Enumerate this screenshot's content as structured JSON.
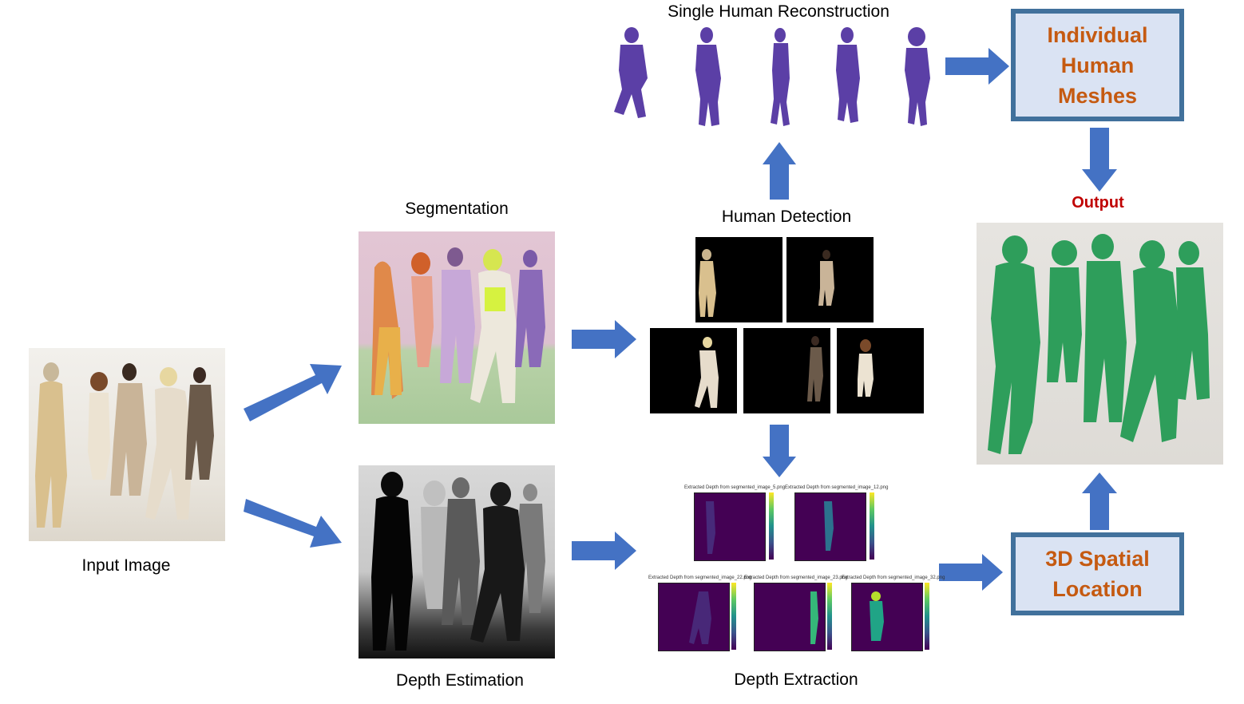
{
  "labels": {
    "input_image": "Input Image",
    "segmentation": "Segmentation",
    "depth_estimation": "Depth Estimation",
    "human_detection": "Human Detection",
    "depth_extraction": "Depth Extraction",
    "single_human_reconstruction": "Single Human Reconstruction",
    "output": "Output"
  },
  "boxes": {
    "individual_human_meshes": [
      "Individual",
      "Human",
      "Meshes"
    ],
    "spatial_location": [
      "3D Spatial",
      "Location"
    ]
  },
  "depth_plots": [
    {
      "title": "Extracted Depth from segmented_image_5.png"
    },
    {
      "title": "Extracted Depth from segmented_image_12.png"
    },
    {
      "title": "Extracted Depth from segmented_image_22.png"
    },
    {
      "title": "Extracted Depth from segmented_image_23.png"
    },
    {
      "title": "Extracted Depth from segmented_image_32.png"
    }
  ],
  "colors": {
    "arrow": "#4472c4",
    "box_fill": "#dae3f3",
    "box_border": "#41719c",
    "box_text": "#c55a11",
    "output_text": "#c00000",
    "mesh_purple": "#5b3fa6",
    "mesh_green": "#2e9e5b"
  }
}
